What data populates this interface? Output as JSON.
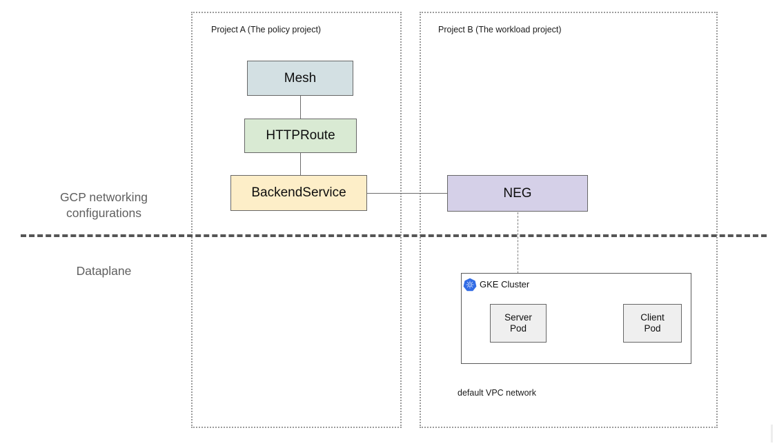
{
  "diagram": {
    "projects": [
      {
        "id": "project-a",
        "label": "Project A (The policy project)"
      },
      {
        "id": "project-b",
        "label": "Project B (The workload project)"
      }
    ],
    "sections": [
      {
        "id": "networking",
        "label": "GCP networking\nconfigurations"
      },
      {
        "id": "dataplane",
        "label": "Dataplane"
      }
    ],
    "nodes": [
      {
        "id": "mesh",
        "label": "Mesh",
        "color": "#d3e0e3"
      },
      {
        "id": "httproute",
        "label": "HTTPRoute",
        "color": "#d9ead3"
      },
      {
        "id": "backendservice",
        "label": "BackendService",
        "color": "#fdeec8"
      },
      {
        "id": "neg",
        "label": "NEG",
        "color": "#d5d0e8"
      },
      {
        "id": "server-pod",
        "label": "Server\nPod",
        "color": "#efefef"
      },
      {
        "id": "client-pod",
        "label": "Client\nPod",
        "color": "#efefef"
      }
    ],
    "cluster": {
      "title": "GKE Cluster",
      "icon": "kubernetes-icon",
      "icon_color": "#326ce5"
    },
    "vpc": {
      "label": "default VPC network"
    }
  }
}
